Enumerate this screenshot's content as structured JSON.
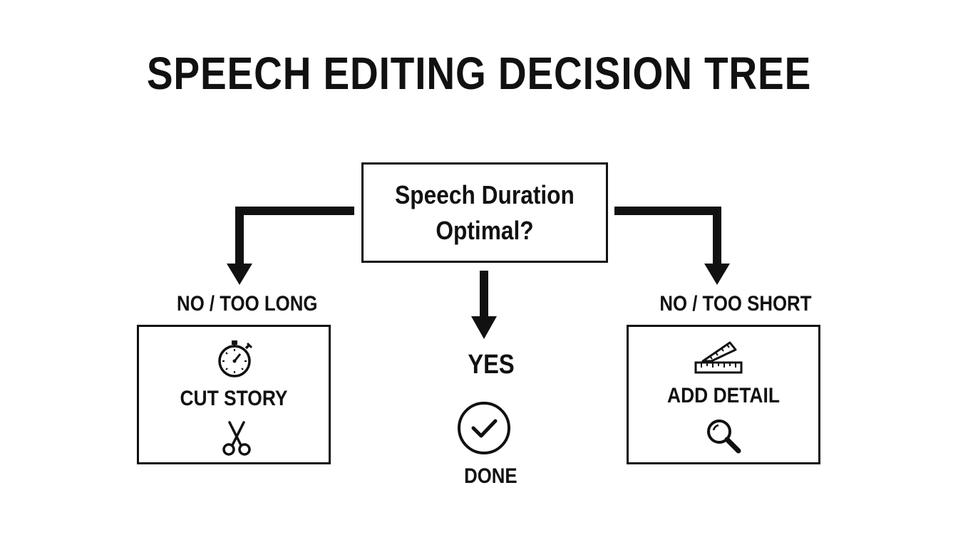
{
  "title": "SPEECH EDITING DECISION TREE",
  "question": {
    "line1": "Speech Duration",
    "line2": "Optimal?"
  },
  "branches": {
    "left": {
      "label": "NO / TOO LONG",
      "action": "CUT STORY",
      "icons": [
        "stopwatch-icon",
        "scissors-icon"
      ]
    },
    "middle": {
      "label": "YES",
      "result": "DONE",
      "icons": [
        "check-circle-icon"
      ]
    },
    "right": {
      "label": "NO / TOO SHORT",
      "action": "ADD DETAIL",
      "icons": [
        "ruler-icon",
        "magnifier-icon"
      ]
    }
  },
  "colors": {
    "ink": "#111111",
    "background": "#ffffff"
  }
}
